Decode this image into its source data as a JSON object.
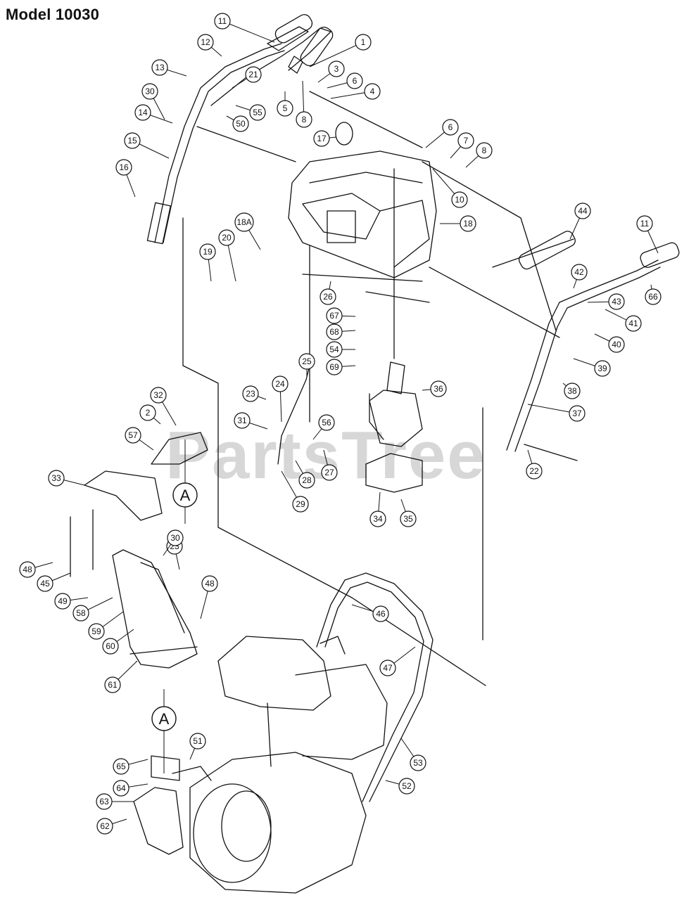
{
  "title": "Model 10030",
  "watermark": "PartsTree",
  "ref_marks": [
    "A",
    "A"
  ],
  "callouts": [
    "1",
    "3",
    "4",
    "5",
    "6",
    "6",
    "7",
    "8",
    "8",
    "10",
    "11",
    "11",
    "12",
    "13",
    "14",
    "15",
    "16",
    "17",
    "18",
    "18A",
    "19",
    "20",
    "21",
    "22",
    "23",
    "23",
    "24",
    "25",
    "26",
    "27",
    "28",
    "29",
    "30",
    "30",
    "31",
    "32",
    "33",
    "34",
    "35",
    "36",
    "37",
    "38",
    "39",
    "40",
    "41",
    "42",
    "43",
    "44",
    "45",
    "46",
    "47",
    "48",
    "48",
    "49",
    "50",
    "51",
    "52",
    "53",
    "54",
    "55",
    "56",
    "57",
    "58",
    "59",
    "60",
    "61",
    "62",
    "63",
    "64",
    "65",
    "66",
    "67",
    "68",
    "69",
    "2"
  ],
  "colors": {
    "line": "#111111",
    "watermark": "#d7d7d7"
  }
}
